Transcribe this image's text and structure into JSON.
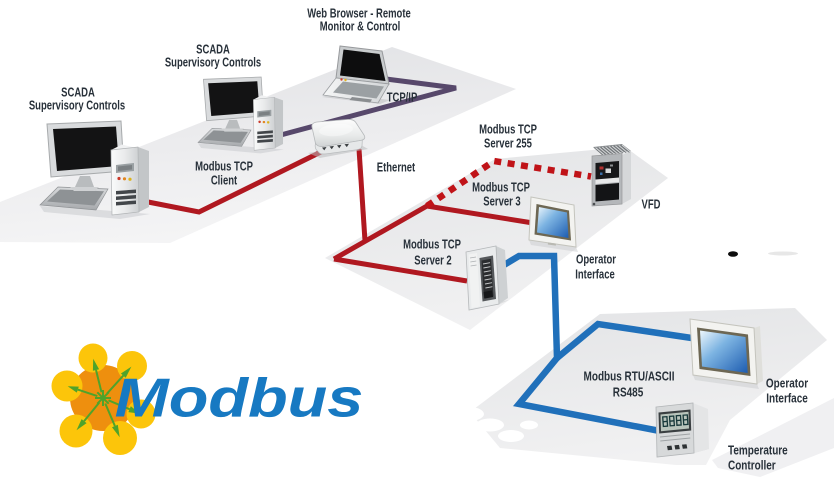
{
  "diagram": {
    "colors": {
      "modbus_tcp_line": "#b01820",
      "modbus_tcp_dotted": "#c01318",
      "tcp_ip_line": "#57486b",
      "rs485_line": "#2070ba",
      "plane_fill_light": "#f2f2f3",
      "plane_fill_dark": "#e2e3e5",
      "label_text": "#28313a",
      "logo_blue": "#1779c2",
      "logo_orange": "#ef9110",
      "logo_yellow": "#fcc50a",
      "logo_green": "#4fa32b"
    },
    "labels": {
      "scada1_line1": "SCADA",
      "scada1_line2": "Supervisory Controls",
      "scada2_line1": "SCADA",
      "scada2_line2": "Supervisory Controls",
      "web_line1": "Web Browser - Remote",
      "web_line2": "Monitor & Control",
      "tcpip": "TCP/IP",
      "client_line1": "Modbus TCP",
      "client_line2": "Client",
      "ethernet": "Ethernet",
      "server255_line1": "Modbus TCP",
      "server255_line2": "Server 255",
      "server3_line1": "Modbus TCP",
      "server3_line2": "Server 3",
      "server2_line1": "Modbus TCP",
      "server2_line2": "Server 2",
      "vfd": "VFD",
      "operator1_line1": "Operator",
      "operator1_line2": "Interface",
      "rtu_line1": "Modbus RTU/ASCII",
      "rtu_line2": "RS485",
      "operator2_line1": "Operator",
      "operator2_line2": "Interface",
      "temp_line1": "Temperature",
      "temp_line2": "Controller"
    },
    "logo": {
      "text": "Modbus"
    }
  }
}
